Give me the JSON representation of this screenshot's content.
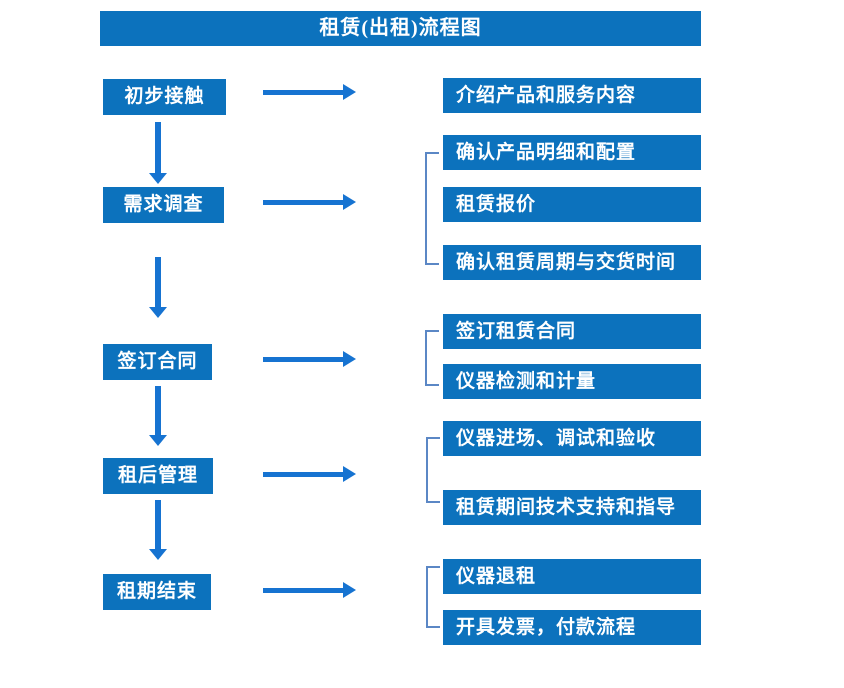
{
  "title": "租赁(出租)流程图",
  "colors": {
    "box_blue": "#0C72BD",
    "arrow_blue": "#1673D1",
    "bracket_blue": "#5B87C5",
    "text_white": "#FFFFFF"
  },
  "steps": [
    {
      "label": "初步接触",
      "details": [
        "介绍产品和服务内容"
      ]
    },
    {
      "label": "需求调查",
      "details": [
        "确认产品明细和配置",
        "租赁报价",
        "确认租赁周期与交货时间"
      ]
    },
    {
      "label": "签订合同",
      "details": [
        "签订租赁合同",
        "仪器检测和计量"
      ]
    },
    {
      "label": "租后管理",
      "details": [
        "仪器进场、调试和验收",
        "租赁期间技术支持和指导"
      ]
    },
    {
      "label": "租期结束",
      "details": [
        "仪器退租",
        "开具发票，付款流程"
      ]
    }
  ]
}
